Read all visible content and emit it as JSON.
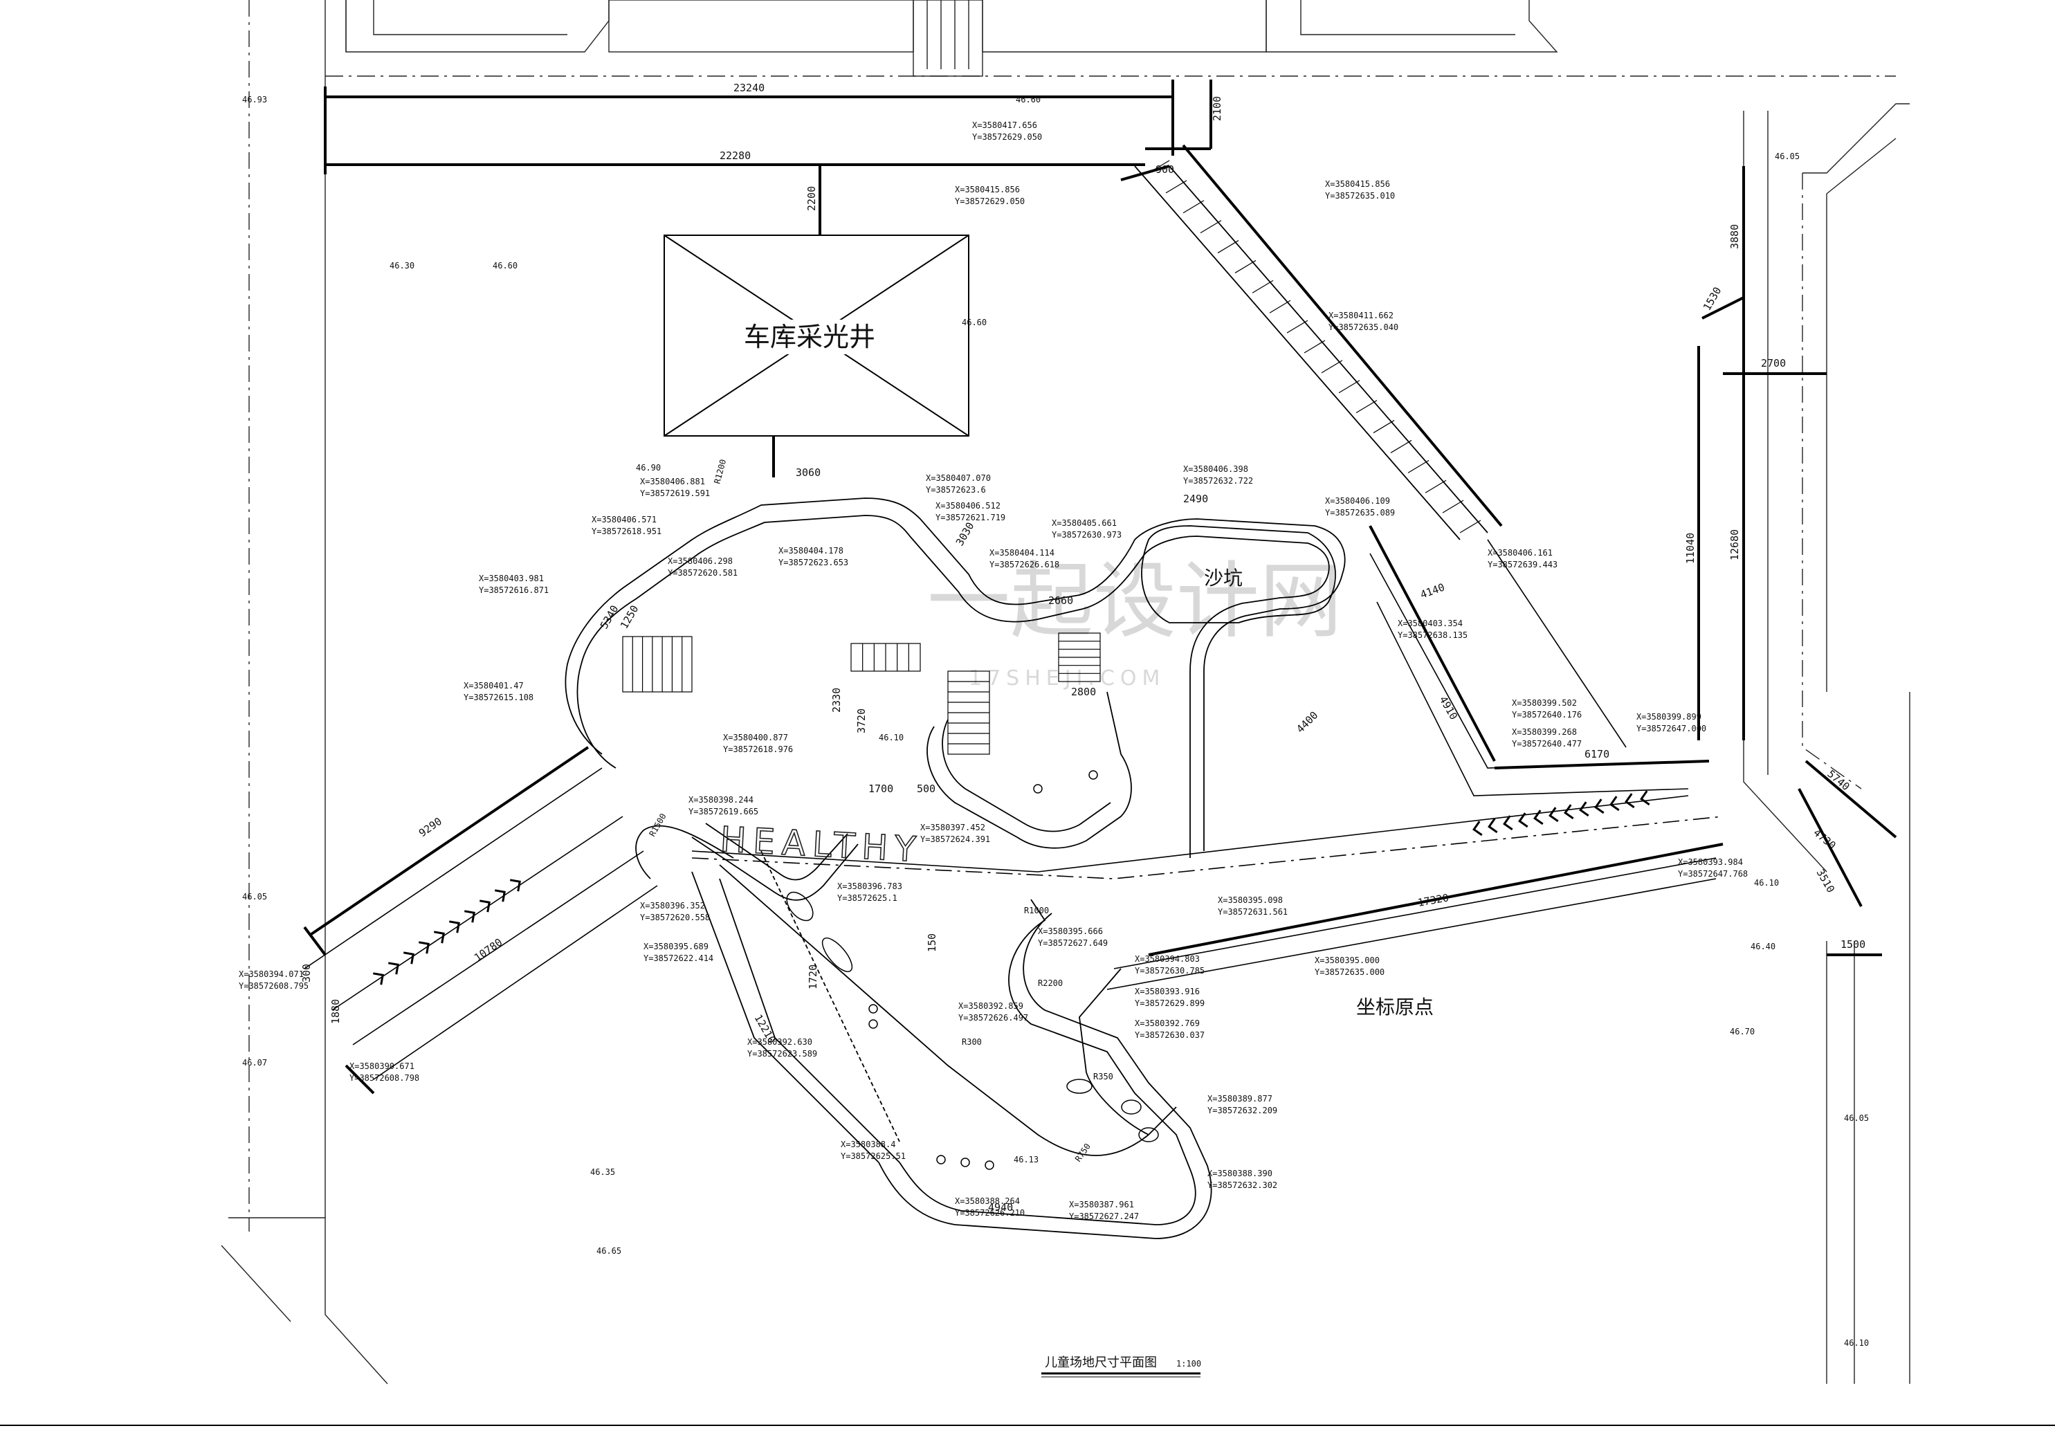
{
  "watermark": {
    "brand": "一起设计网",
    "url": "17SHEJI.COM"
  },
  "labels": {
    "skylight": "车库采光井",
    "sandpit": "沙坑",
    "origin": "坐标原点",
    "healthy": "HEALTHY",
    "title": "儿童场地尺寸平面图",
    "scale": "1:100"
  },
  "dimensions": {
    "d23240": "23240",
    "d22280": "22280",
    "d2100": "2100",
    "d2200": "2200",
    "d3060": "3060",
    "d2490": "2490",
    "d2660": "2660",
    "d2330": "2330",
    "d3720": "3720",
    "d1700": "1700",
    "d500": "500",
    "d2800": "2800",
    "d4140": "4140",
    "d4910": "4910",
    "d4400": "4400",
    "d6170": "6170",
    "d17320": "17320",
    "d9290": "9290",
    "d10780": "10780",
    "d12210": "12210",
    "d4940": "4940",
    "d3880": "3880",
    "d1530": "1530",
    "d2700": "2700",
    "d11040": "11040",
    "d12680": "12680",
    "d5740": "5740",
    "d4730": "4730",
    "d3510": "3510",
    "d1500": "1500",
    "d300": "300",
    "d1880": "1880",
    "d5340": "5340",
    "d1250": "1250",
    "d150": "150",
    "d1720": "1720",
    "d3030": "3030"
  },
  "radii": {
    "r1": "R1200",
    "r2": "R1000",
    "r3": "R1500",
    "r4": "R2200",
    "r5": "R350",
    "r6": "R750",
    "r7": "R300"
  },
  "elevations": {
    "e1": "46.30",
    "e2": "46.60",
    "e3": "46.60",
    "e4": "46.60",
    "e5": "46.93",
    "e6": "46.90",
    "e7": "46.05",
    "e8": "46.10",
    "e9": "46.40",
    "e10": "46.70",
    "e11": "46.05",
    "e12": "46.10",
    "e13": "46.07",
    "e14": "46.35",
    "e15": "46.65",
    "e16": "46.13",
    "e17": "46.10",
    "e18": "46.05"
  },
  "coords": {
    "c01x": "X=3580417.656",
    "c01y": "Y=38572629.050",
    "c02x": "X=3580415.856",
    "c02y": "Y=38572629.050",
    "c03x": "X=3580415.856",
    "c03y": "Y=38572635.010",
    "c04x": "X=3580411.662",
    "c04y": "Y=38572635.040",
    "c05x": "X=3580406.881",
    "c05y": "Y=38572619.591",
    "c06x": "X=3580407.070",
    "c06y": "Y=38572623.6",
    "c07x": "X=3580406.512",
    "c07y": "Y=38572621.719",
    "c08x": "X=3580406.398",
    "c08y": "Y=38572632.722",
    "c09x": "X=3580406.571",
    "c09y": "Y=38572618.951",
    "c10x": "X=3580406.298",
    "c10y": "Y=38572620.581",
    "c11x": "X=3580404.178",
    "c11y": "Y=38572623.653",
    "c12x": "X=3580404.114",
    "c12y": "Y=38572626.618",
    "c13x": "X=3580405.661",
    "c13y": "Y=38572630.973",
    "c14x": "X=3580406.109",
    "c14y": "Y=38572635.089",
    "c15x": "X=3580406.161",
    "c15y": "Y=38572639.443",
    "c16x": "X=3580403.981",
    "c16y": "Y=38572616.871",
    "c17x": "X=3580403.354",
    "c17y": "Y=38572638.135",
    "c18x": "X=3580401.47",
    "c18y": "Y=38572615.108",
    "c19x": "X=3580400.877",
    "c19y": "Y=38572618.976",
    "c20x": "X=3580399.502",
    "c20y": "Y=38572640.176",
    "c21x": "X=3580399.268",
    "c21y": "Y=38572640.477",
    "c22x": "X=3580399.899",
    "c22y": "Y=38572647.000",
    "c23x": "X=3580398.244",
    "c23y": "Y=38572619.665",
    "c24x": "X=3580397.452",
    "c24y": "Y=38572624.391",
    "c25x": "X=3580396.783",
    "c25y": "Y=38572625.1",
    "c26x": "X=3580396.352",
    "c26y": "Y=38572620.558",
    "c27x": "X=3580395.666",
    "c27y": "Y=38572627.649",
    "c28x": "X=3580395.098",
    "c28y": "Y=38572631.561",
    "c29x": "X=3580395.000",
    "c29y": "Y=38572635.000",
    "c30x": "X=3580395.689",
    "c30y": "Y=38572622.414",
    "c31x": "X=3580394.071",
    "c31y": "Y=38572608.795",
    "c32x": "X=3580394.803",
    "c32y": "Y=38572630.785",
    "c33x": "X=3580393.916",
    "c33y": "Y=38572629.899",
    "c34x": "X=3580392.769",
    "c34y": "Y=38572630.037",
    "c35x": "X=3580392.859",
    "c35y": "Y=38572626.497",
    "c36x": "X=3580392.630",
    "c36y": "Y=38572623.589",
    "c37x": "X=3580390.671",
    "c37y": "Y=38572608.798",
    "c38x": "X=3580389.877",
    "c38y": "Y=38572632.209",
    "c39x": "X=3580388.390",
    "c39y": "Y=38572632.302",
    "c40x": "X=3580388.264",
    "c40y": "Y=38572626.210",
    "c41x": "X=3580387.961",
    "c41y": "Y=38572627.247",
    "c42x": "X=3580388.4",
    "c42y": "Y=38572625.51",
    "c43x": "X=3580393.984",
    "c43y": "Y=38572647.768"
  }
}
